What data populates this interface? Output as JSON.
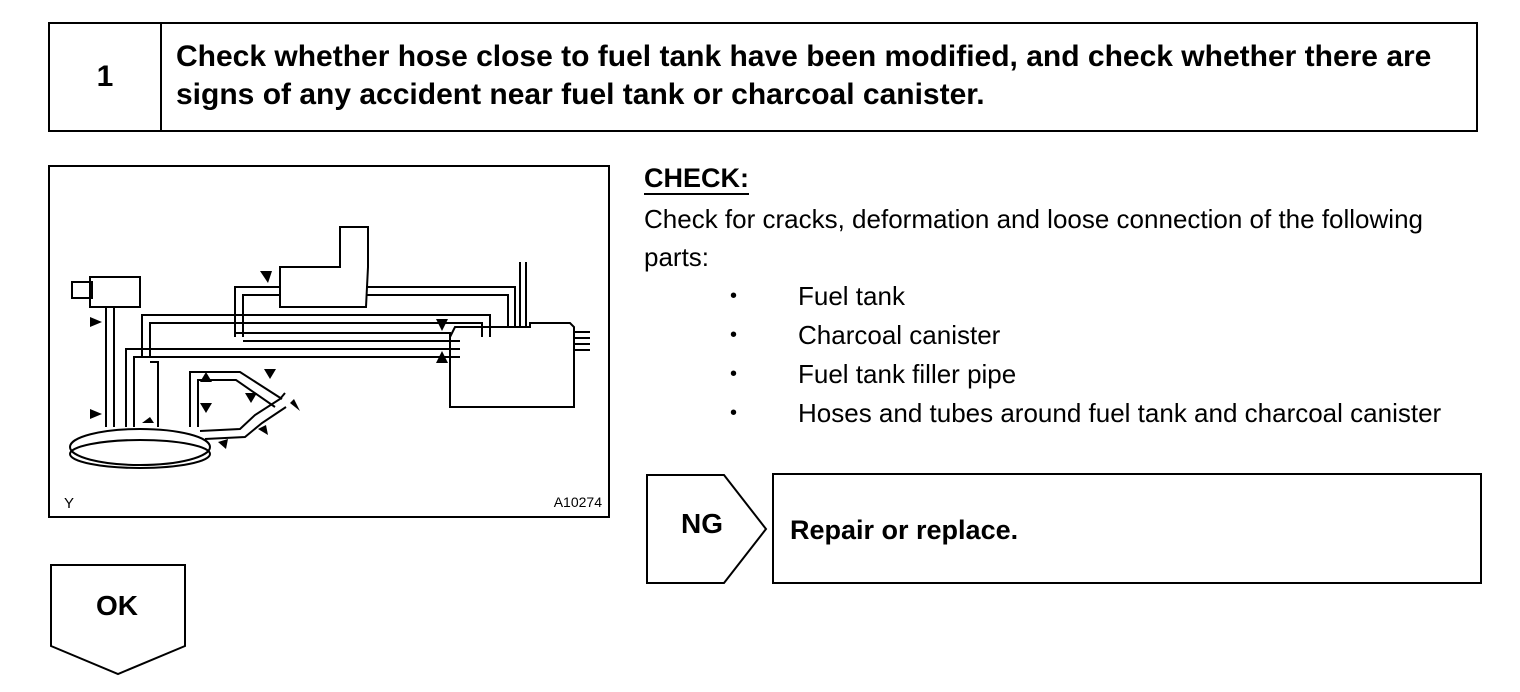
{
  "step": {
    "number": "1",
    "title": "Check whether hose close to fuel tank have been modified, and check whether there are signs of any accident near fuel tank or charcoal canister."
  },
  "figure": {
    "mark": "Y",
    "code": "A10274"
  },
  "check": {
    "heading": "CHECK:",
    "text": "Check for cracks, deformation and loose connection of the following parts:",
    "parts": [
      "Fuel tank",
      "Charcoal canister",
      "Fuel tank filler pipe",
      "Hoses and tubes around fuel tank and charcoal canister"
    ]
  },
  "results": {
    "ng_label": "NG",
    "ng_action": "Repair or replace.",
    "ok_label": "OK"
  }
}
